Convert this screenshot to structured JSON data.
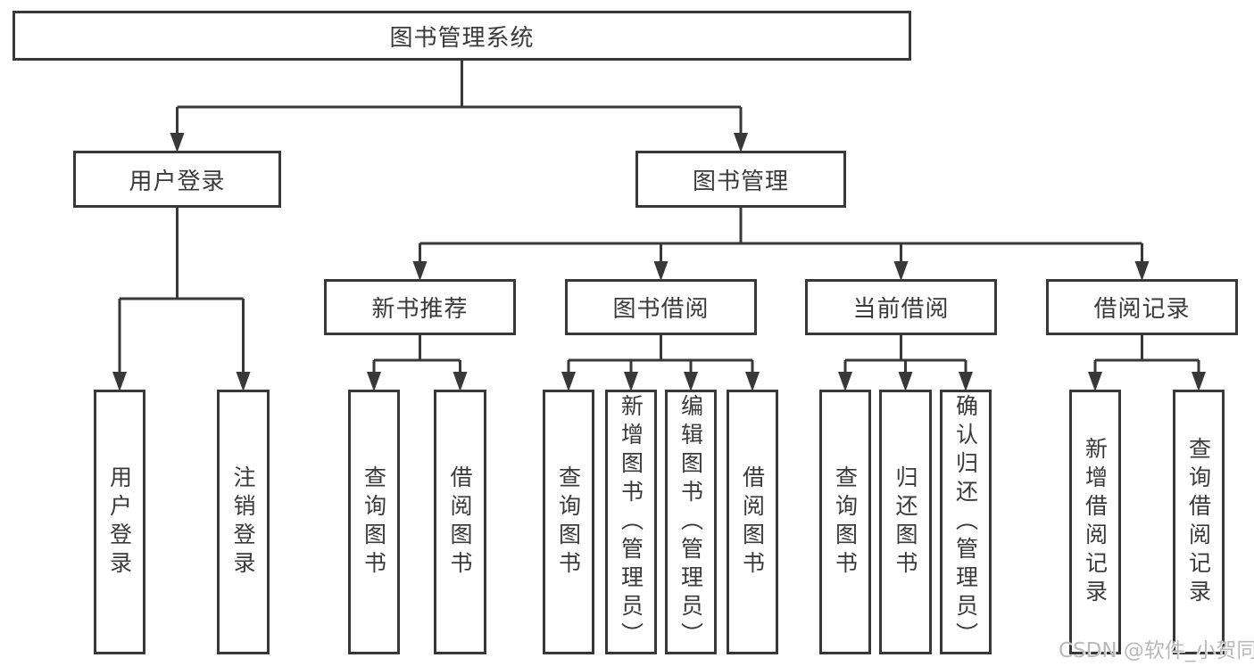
{
  "diagram": {
    "type": "hierarchy-tree",
    "watermark": "CSDN @软件_小贺同学"
  },
  "colors": {
    "line": "#383838",
    "text": "#3a3a3a",
    "background": "#ffffff",
    "watermark": "#b9b9b9"
  },
  "nodes": [
    {
      "id": "root",
      "parent": null,
      "label": "图书管理系统",
      "orientation": "horizontal"
    },
    {
      "id": "user-login",
      "parent": "root",
      "label": "用户登录",
      "orientation": "horizontal"
    },
    {
      "id": "book-mgmt",
      "parent": "root",
      "label": "图书管理",
      "orientation": "horizontal"
    },
    {
      "id": "leaf-user-login",
      "parent": "user-login",
      "label": "用户登录",
      "orientation": "vertical"
    },
    {
      "id": "leaf-logout",
      "parent": "user-login",
      "label": "注销登录",
      "orientation": "vertical"
    },
    {
      "id": "new-book-rec",
      "parent": "book-mgmt",
      "label": "新书推荐",
      "orientation": "horizontal"
    },
    {
      "id": "book-borrow",
      "parent": "book-mgmt",
      "label": "图书借阅",
      "orientation": "horizontal"
    },
    {
      "id": "current-borrow",
      "parent": "book-mgmt",
      "label": "当前借阅",
      "orientation": "horizontal"
    },
    {
      "id": "borrow-records",
      "parent": "book-mgmt",
      "label": "借阅记录",
      "orientation": "horizontal"
    },
    {
      "id": "nbr-query-books",
      "parent": "new-book-rec",
      "label": "查询图书",
      "orientation": "vertical"
    },
    {
      "id": "nbr-borrow-books",
      "parent": "new-book-rec",
      "label": "借阅图书",
      "orientation": "vertical"
    },
    {
      "id": "bb-query-books",
      "parent": "book-borrow",
      "label": "查询图书",
      "orientation": "vertical"
    },
    {
      "id": "bb-add-books-admin",
      "parent": "book-borrow",
      "label": "新增图书（管理员）",
      "orientation": "vertical"
    },
    {
      "id": "bb-edit-books-admin",
      "parent": "book-borrow",
      "label": "编辑图书（管理员）",
      "orientation": "vertical"
    },
    {
      "id": "bb-borrow-books",
      "parent": "book-borrow",
      "label": "借阅图书",
      "orientation": "vertical"
    },
    {
      "id": "cb-query-books",
      "parent": "current-borrow",
      "label": "查询图书",
      "orientation": "vertical"
    },
    {
      "id": "cb-return-books",
      "parent": "current-borrow",
      "label": "归还图书",
      "orientation": "vertical"
    },
    {
      "id": "cb-confirm-return-admin",
      "parent": "current-borrow",
      "label": "确认归还（管理员）",
      "orientation": "vertical"
    },
    {
      "id": "br-add-record",
      "parent": "borrow-records",
      "label": "新增借阅记录",
      "orientation": "vertical"
    },
    {
      "id": "br-query-record",
      "parent": "borrow-records",
      "label": "查询借阅记录",
      "orientation": "vertical"
    }
  ]
}
